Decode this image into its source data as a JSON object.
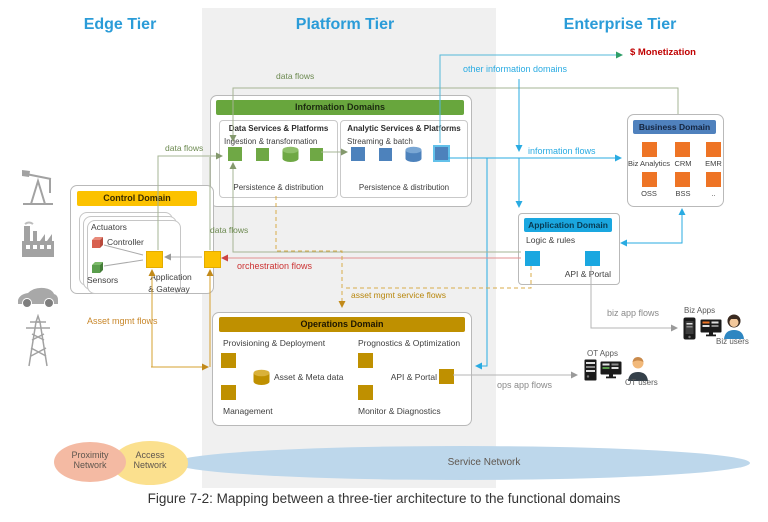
{
  "figure": {
    "caption": "Figure 7-2: Mapping between a three-tier architecture to the functional domains"
  },
  "tiers": {
    "edge": "Edge Tier",
    "platform": "Platform Tier",
    "enterprise": "Enterprise Tier"
  },
  "flow_labels": {
    "data_flows_top": "data flows",
    "data_flows_left": "data flows",
    "data_flows_mid": "data flows",
    "other_information_domains": "other information domains",
    "information_flows": "information flows",
    "monetization": "$ Monetization",
    "orchestration_flows": "orchestration flows",
    "asset_mgmt_flows": "Asset mgmt flows",
    "asset_mgmt_service_flows": "asset mgmt service flows",
    "biz_app_flows": "biz app flows",
    "ops_app_flows": "ops app flows"
  },
  "information_domains": {
    "title": "Information Domains",
    "data_services": {
      "title": "Data Services & Platforms",
      "ingestion": "Ingestion & transformation",
      "persistence": "Persistence & distribution"
    },
    "analytic_services": {
      "title": "Analytic Services & Platforms",
      "streaming": "Streaming & batch",
      "persistence": "Persistence & distribution"
    }
  },
  "control_domain": {
    "title": "Control Domain",
    "actuators": "Actuators",
    "controller": "Controller",
    "sensors": "Sensors",
    "gateway_line1": "Application",
    "gateway_line2": "& Gateway"
  },
  "application_domain": {
    "title": "Application Domain",
    "logic": "Logic & rules",
    "api": "API & Portal"
  },
  "business_domain": {
    "title": "Business Domain",
    "items": [
      "Biz Analytics",
      "CRM",
      "EMR",
      "OSS",
      "BSS",
      ".."
    ]
  },
  "operations_domain": {
    "title": "Operations Domain",
    "provisioning": "Provisioning & Deployment",
    "prognostics": "Prognostics & Optimization",
    "asset_meta": "Asset & Meta data",
    "api": "API & Portal",
    "management": "Management",
    "monitor": "Monitor & Diagnostics"
  },
  "actors": {
    "biz_apps": "Biz Apps",
    "biz_users": "Biz users",
    "ot_apps": "OT Apps",
    "ot_users": "OT users"
  },
  "networks": {
    "proximity_line1": "Proximity",
    "proximity_line2": "Network",
    "access_line1": "Access",
    "access_line2": "Network",
    "service": "Service Network"
  },
  "colors": {
    "tier_header": "#2b9cd8",
    "info_green": "#68a63d",
    "control_yellow": "#fcc200",
    "operations_gold": "#bf9000",
    "application_cyan": "#1aa7e0",
    "business_blue": "#4f81bd",
    "business_orange": "#ee7425",
    "analytic_blue": "#4d82bc",
    "flow_cyan": "#29abe2",
    "flow_green": "#6d8a51",
    "flow_red": "#cc3333",
    "flow_orange": "#c8872a",
    "monetization_red": "#c00000"
  }
}
